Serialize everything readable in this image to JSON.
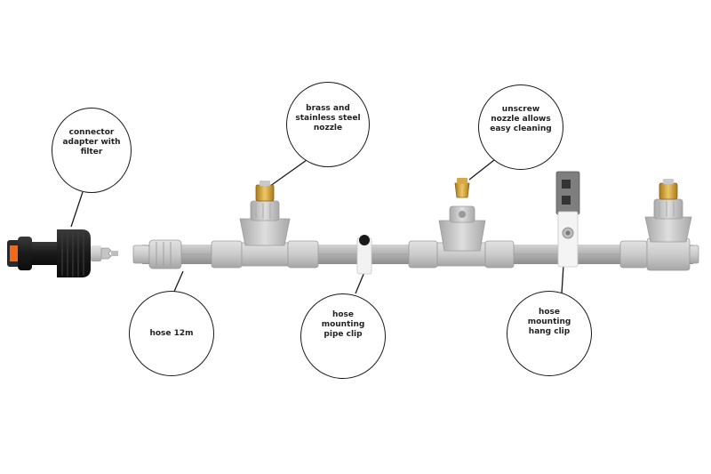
{
  "callouts": {
    "connector": "connector\nadapter with\nfilter",
    "nozzle": "brass and\nstainless steel\nnozzle",
    "unscrew": "unscrew\nnozzle allows\neasy cleaning",
    "hose": "hose 12m",
    "pipe_clip": "hose\nmounting\npipe clip",
    "hang_clip": "hose\nmounting\nhang clip"
  },
  "icons": [
    "hose-connector-icon",
    "brass-nozzle-icon",
    "t-fitting-icon",
    "pipe-clip-icon",
    "hang-clip-icon"
  ],
  "colors": {
    "pipe": "#a6a6a6",
    "fitting": "#c8c8c8",
    "brass": "#d9a63a",
    "connector_body": "#1d1d1d",
    "accent_orange": "#ef6a1a",
    "outline": "#1a1a1a"
  }
}
